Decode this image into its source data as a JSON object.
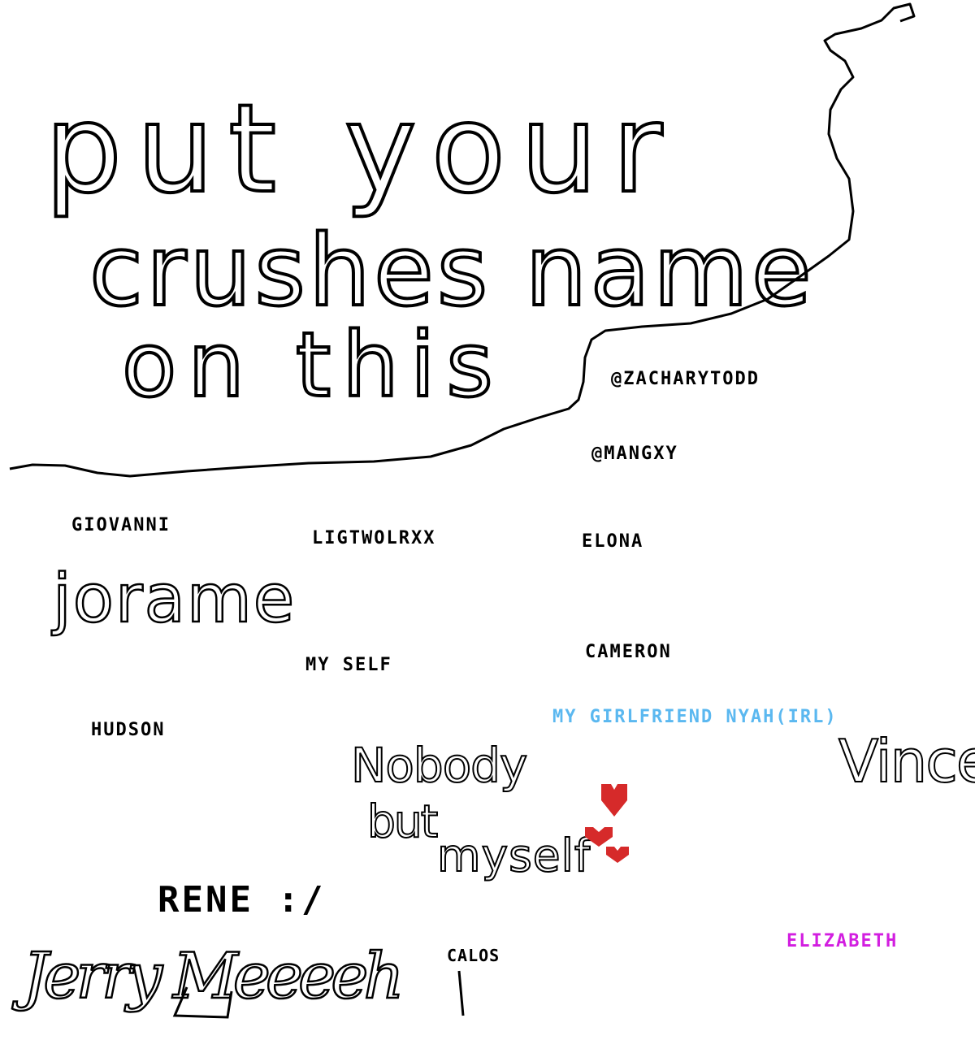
{
  "heading": {
    "line1": "put your",
    "line2": "crushes name",
    "line3": "on this"
  },
  "entries": {
    "zacharytodd": "@ZACHARYTODD",
    "mangxy": "@MANGXY",
    "giovanni": "GIOVANNI",
    "ligtwolrxx": "LIGTWOLRXX",
    "elona": "ELONA",
    "jorame": "jorame",
    "myself": "MY SELF",
    "cameron": "CAMERON",
    "hudson": "HUDSON",
    "girlfriend": "MY GIRLFRIEND NYAH(IRL)",
    "nobody_line1": "Nobody",
    "nobody_line2": "but",
    "nobody_line3": "myself",
    "vincent": "Vincen",
    "rene": "RENE :/",
    "signature": "Jerry Meeeeh",
    "signature_mark": "CALOS",
    "elizabeth": "ELIZABETH"
  },
  "colors": {
    "ink": "#000000",
    "girlfriend": "#5bb8f0",
    "heart": "#d62a2a",
    "elizabeth": "#d21ee0"
  }
}
